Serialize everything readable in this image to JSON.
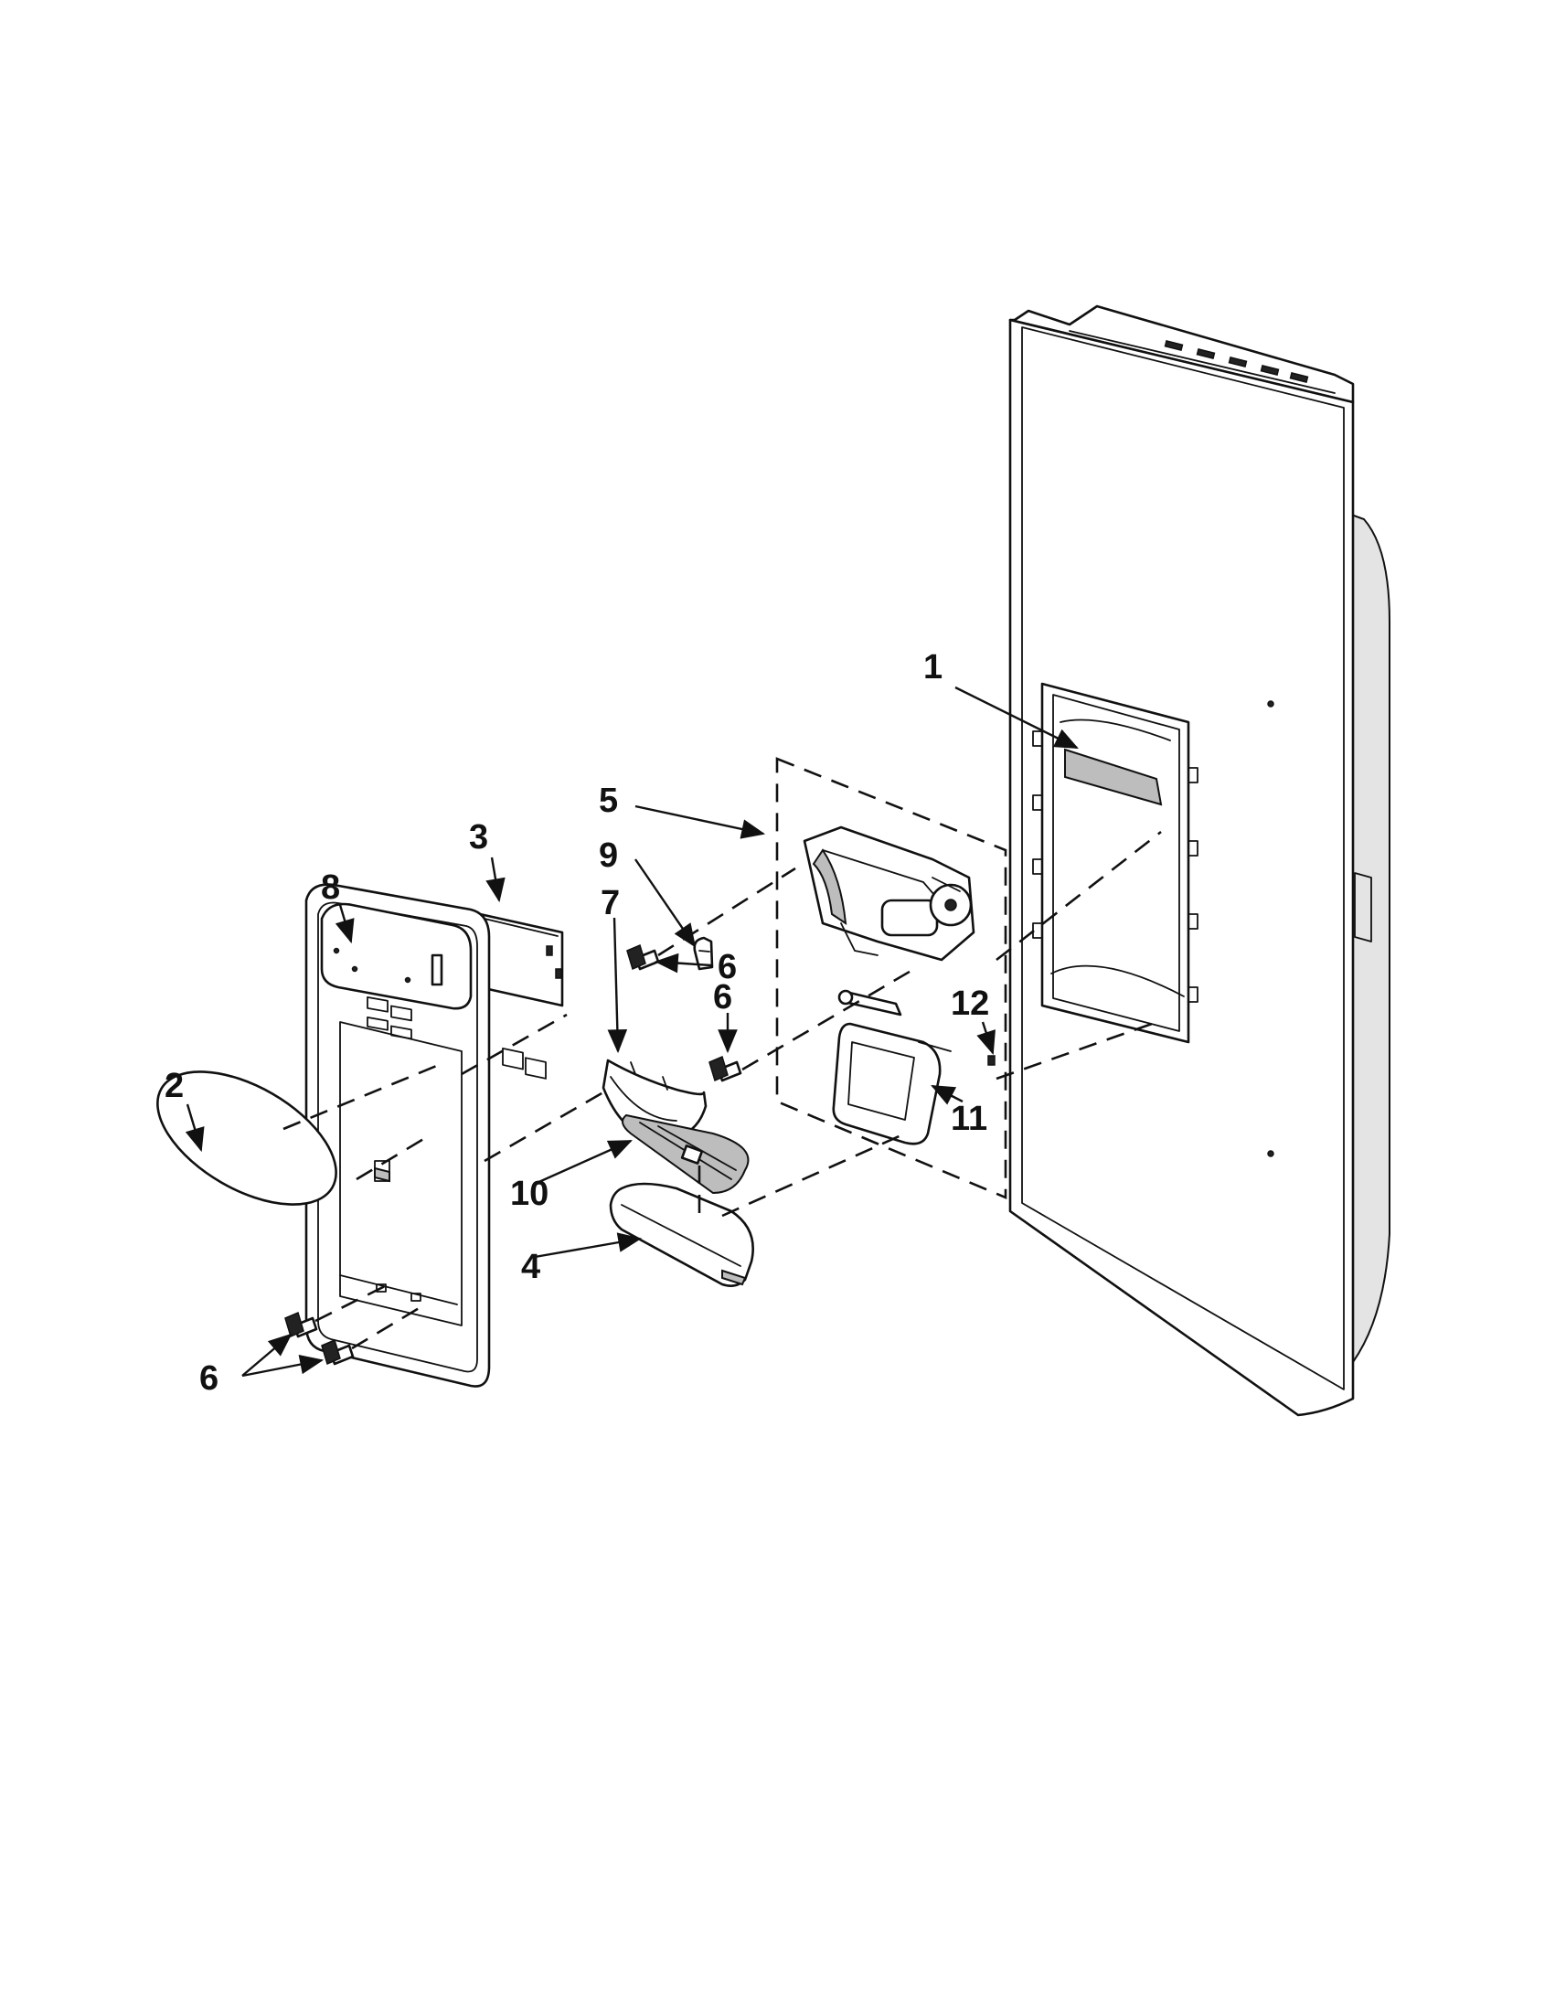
{
  "callouts": [
    {
      "id": "1",
      "label": "1"
    },
    {
      "id": "2",
      "label": "2"
    },
    {
      "id": "3",
      "label": "3"
    },
    {
      "id": "4",
      "label": "4"
    },
    {
      "id": "5",
      "label": "5"
    },
    {
      "id": "6a",
      "label": "6"
    },
    {
      "id": "6b",
      "label": "6"
    },
    {
      "id": "6c",
      "label": "6"
    },
    {
      "id": "7",
      "label": "7"
    },
    {
      "id": "8",
      "label": "8"
    },
    {
      "id": "9",
      "label": "9"
    },
    {
      "id": "10",
      "label": "10"
    },
    {
      "id": "11",
      "label": "11"
    },
    {
      "id": "12",
      "label": "12"
    }
  ],
  "colors": {
    "ink": "#111111",
    "paper": "#ffffff",
    "shade": "#bdbdbd"
  }
}
